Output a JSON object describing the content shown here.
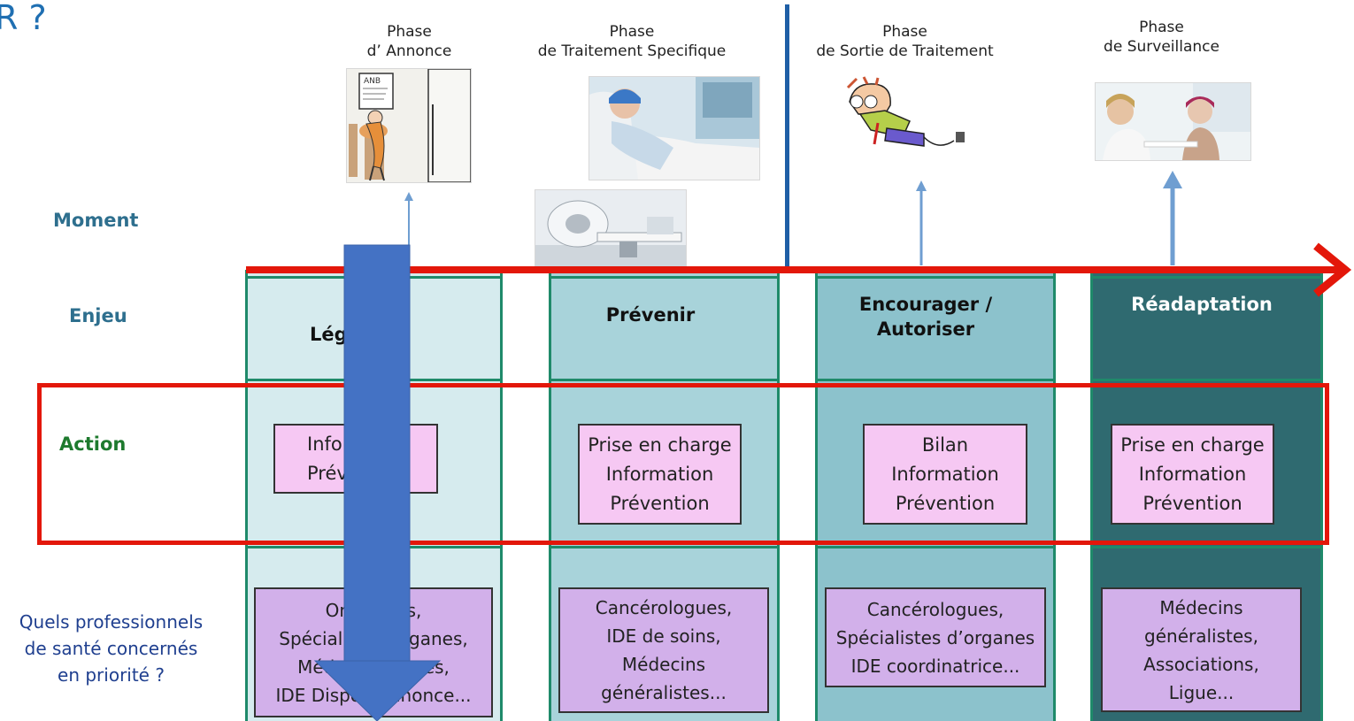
{
  "header": {
    "corner_text": "R ?"
  },
  "phases": [
    {
      "line1": "Phase",
      "line2": "d’ Annonce"
    },
    {
      "line1": "Phase",
      "line2": "de Traitement Specifique"
    },
    {
      "line1": "Phase",
      "line2": "de Sortie de Traitement"
    },
    {
      "line1": "Phase",
      "line2": "de Surveillance"
    }
  ],
  "rows": {
    "moment": "Moment",
    "enjeu": "Enjeu",
    "action": "Action",
    "professionnels": [
      "Quels professionnels",
      "de santé concernés",
      "en priorité ?"
    ]
  },
  "columns": [
    {
      "enjeu": [
        "Lég"
      ],
      "action": [
        "Infor",
        "Prév"
      ],
      "professionnels": [
        "On          s,",
        "Spécialis        rganes,",
        "Méde           stes,",
        "IDE Dispo     nnonce..."
      ]
    },
    {
      "enjeu": [
        "Prévenir"
      ],
      "action": [
        "Prise en charge",
        "Information",
        "Prévention"
      ],
      "professionnels": [
        "Cancérologues,",
        "IDE de soins,",
        "Médecins",
        "généralistes..."
      ]
    },
    {
      "enjeu": [
        "Encourager /",
        "Autoriser"
      ],
      "action": [
        "Bilan",
        "Information",
        "Prévention"
      ],
      "professionnels": [
        "Cancérologues,",
        "Spécialistes d’organes",
        "IDE coordinatrice..."
      ]
    },
    {
      "enjeu": [
        "Réadaptation"
      ],
      "action": [
        "Prise en charge",
        "Information",
        "Prévention"
      ],
      "professionnels": [
        "Médecins",
        "généralistes,",
        "Associations,",
        "Ligue..."
      ]
    }
  ],
  "image_labels": {
    "chart_card": "ANB"
  },
  "colors": {
    "col1": "#d6ebee",
    "col2": "#a8d3da",
    "col3": "#8cc2cc",
    "col4": "#2f6a70",
    "timeline_red": "#e3170a",
    "blue_arrow": "#4472c4",
    "vertical_divider": "#1f5fa6"
  }
}
